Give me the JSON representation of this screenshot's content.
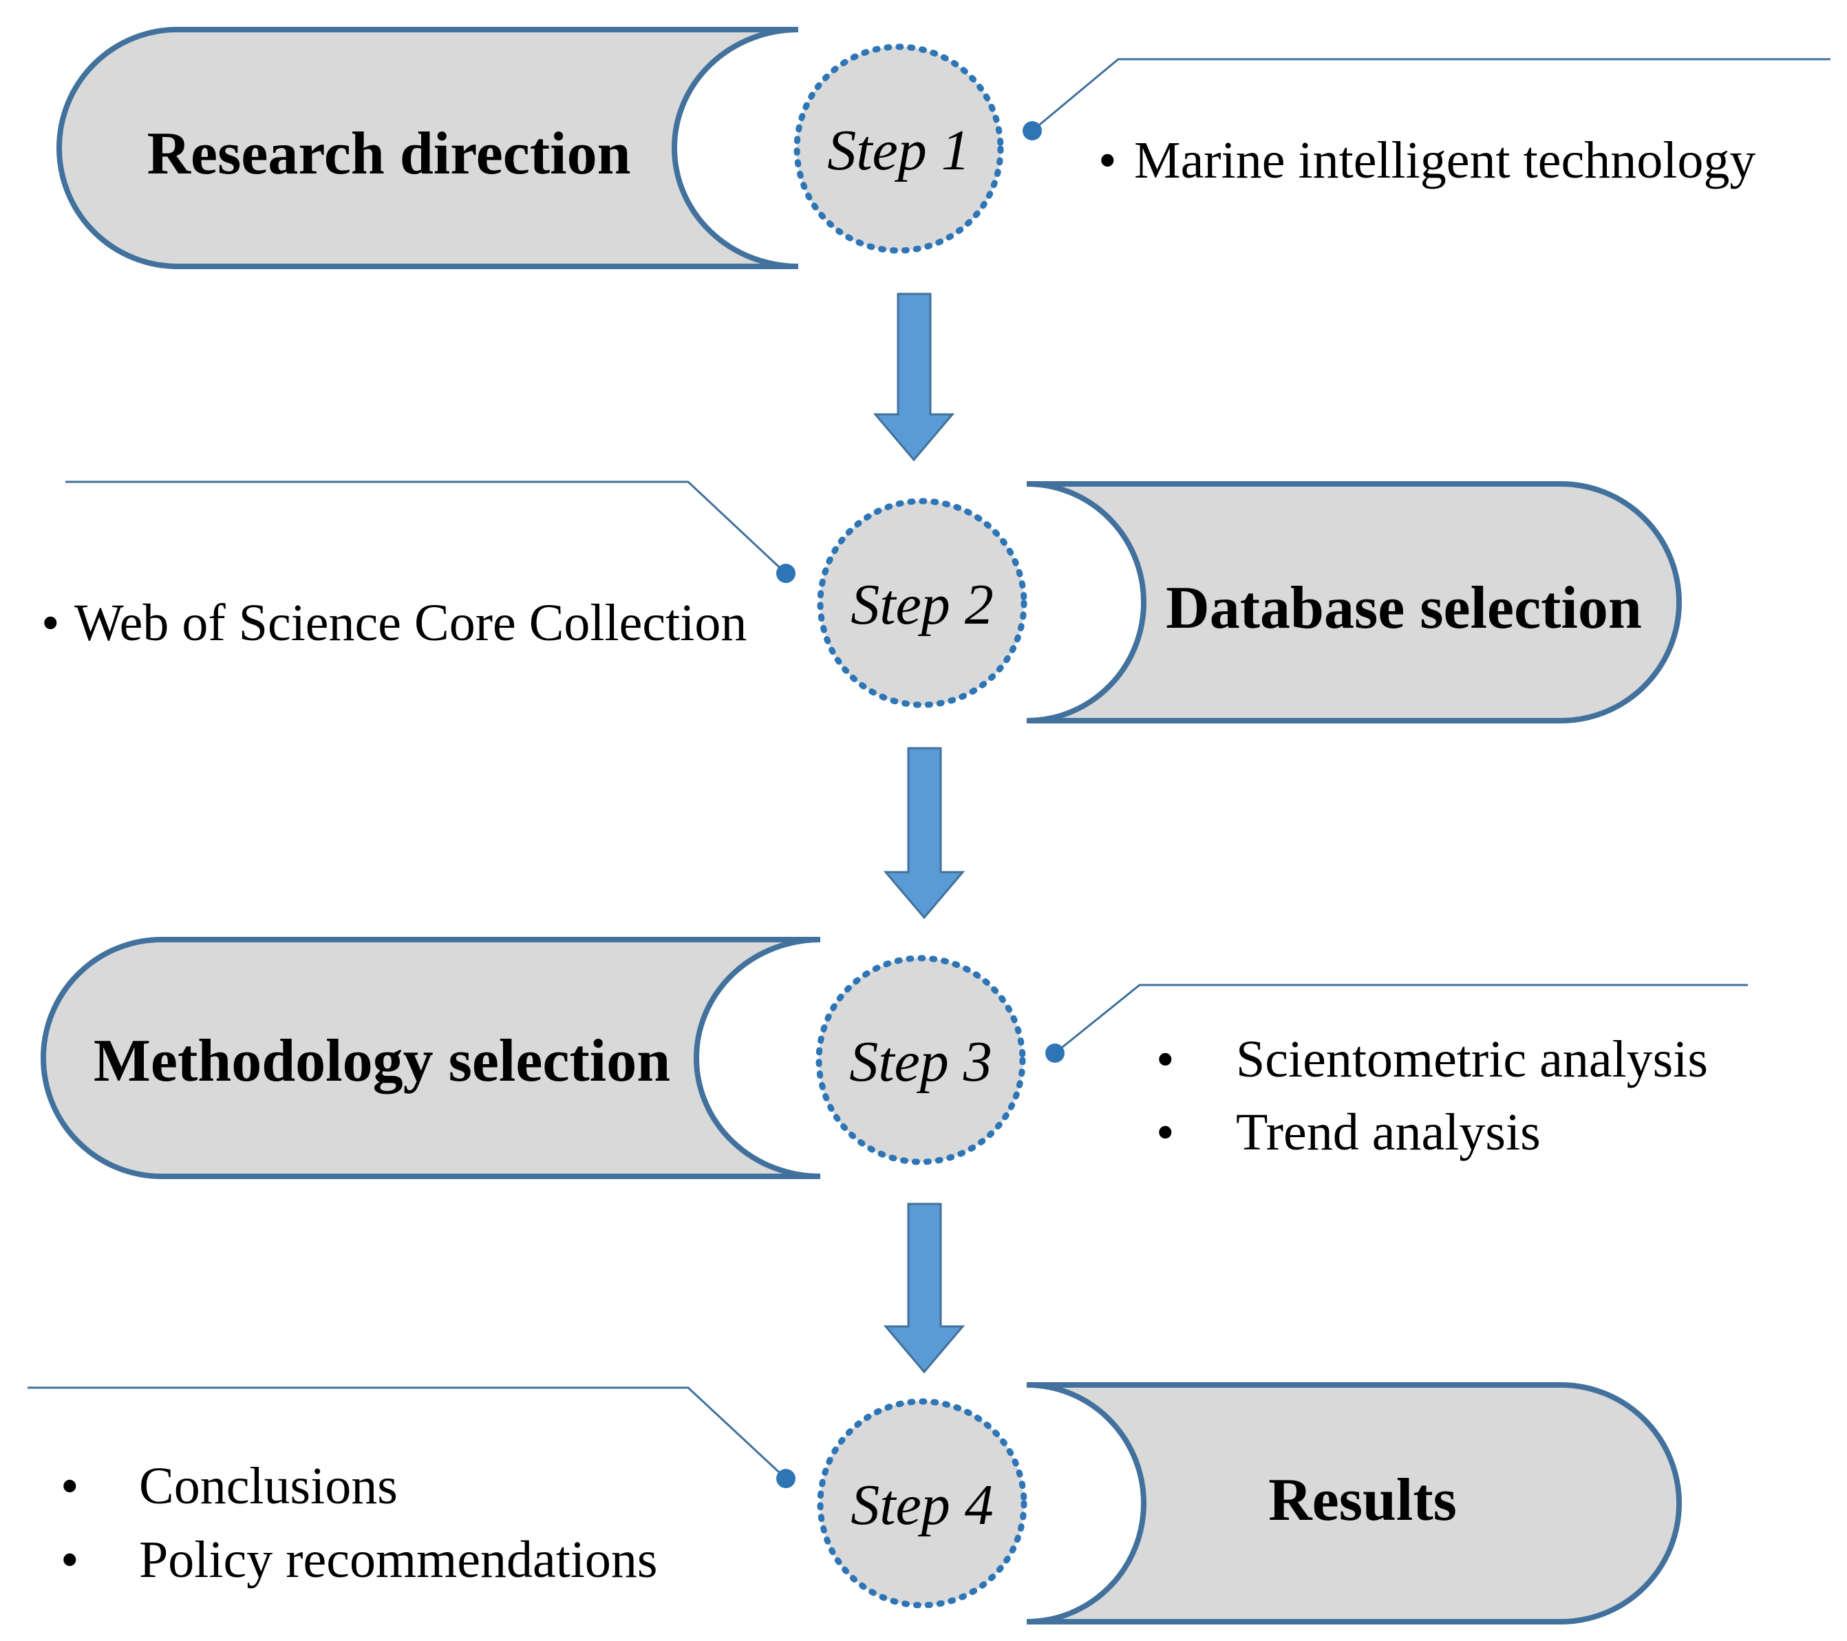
{
  "colors": {
    "box_fill": "#d9d9d9",
    "outline": "#41719c",
    "arrow": "#5b9bd5"
  },
  "steps": [
    {
      "title": "Research direction",
      "step_label": "Step 1",
      "bullets": [
        "Marine intelligent technology"
      ]
    },
    {
      "title": "Database selection",
      "step_label": "Step 2",
      "bullets": [
        "Web of Science Core Collection"
      ]
    },
    {
      "title": "Methodology selection",
      "step_label": "Step 3",
      "bullets": [
        "Scientometric analysis",
        "Trend analysis"
      ]
    },
    {
      "title": "Results",
      "step_label": "Step 4",
      "bullets": [
        "Conclusions",
        "Policy recommendations"
      ]
    }
  ]
}
